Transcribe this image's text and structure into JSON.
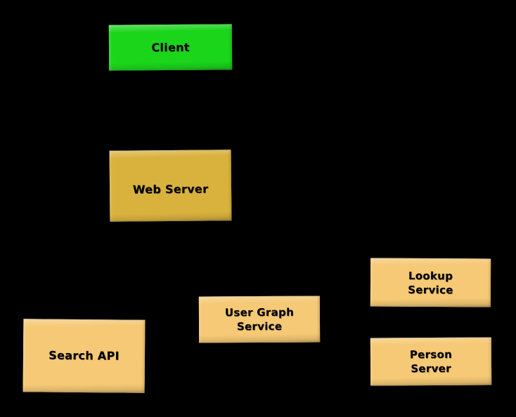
{
  "background_color": "#000000",
  "text_color": "#000000",
  "nodes": {
    "client": {
      "label": "Client",
      "lines": [
        "Client"
      ],
      "color": "#1bd51b"
    },
    "web_server": {
      "label": "Web Server",
      "lines": [
        "Web Server"
      ],
      "color": "#d9b23e"
    },
    "search_api": {
      "label": "Search API",
      "lines": [
        "Search API"
      ],
      "color": "#f5c975"
    },
    "user_graph_service": {
      "label": "User Graph Service",
      "lines": [
        "User Graph",
        "Service"
      ],
      "color": "#f5c975"
    },
    "lookup_service": {
      "label": "Lookup Service",
      "lines": [
        "Lookup",
        "Service"
      ],
      "color": "#f5c975"
    },
    "person_server": {
      "label": "Person Server",
      "lines": [
        "Person",
        "Server"
      ],
      "color": "#f5c975"
    }
  }
}
